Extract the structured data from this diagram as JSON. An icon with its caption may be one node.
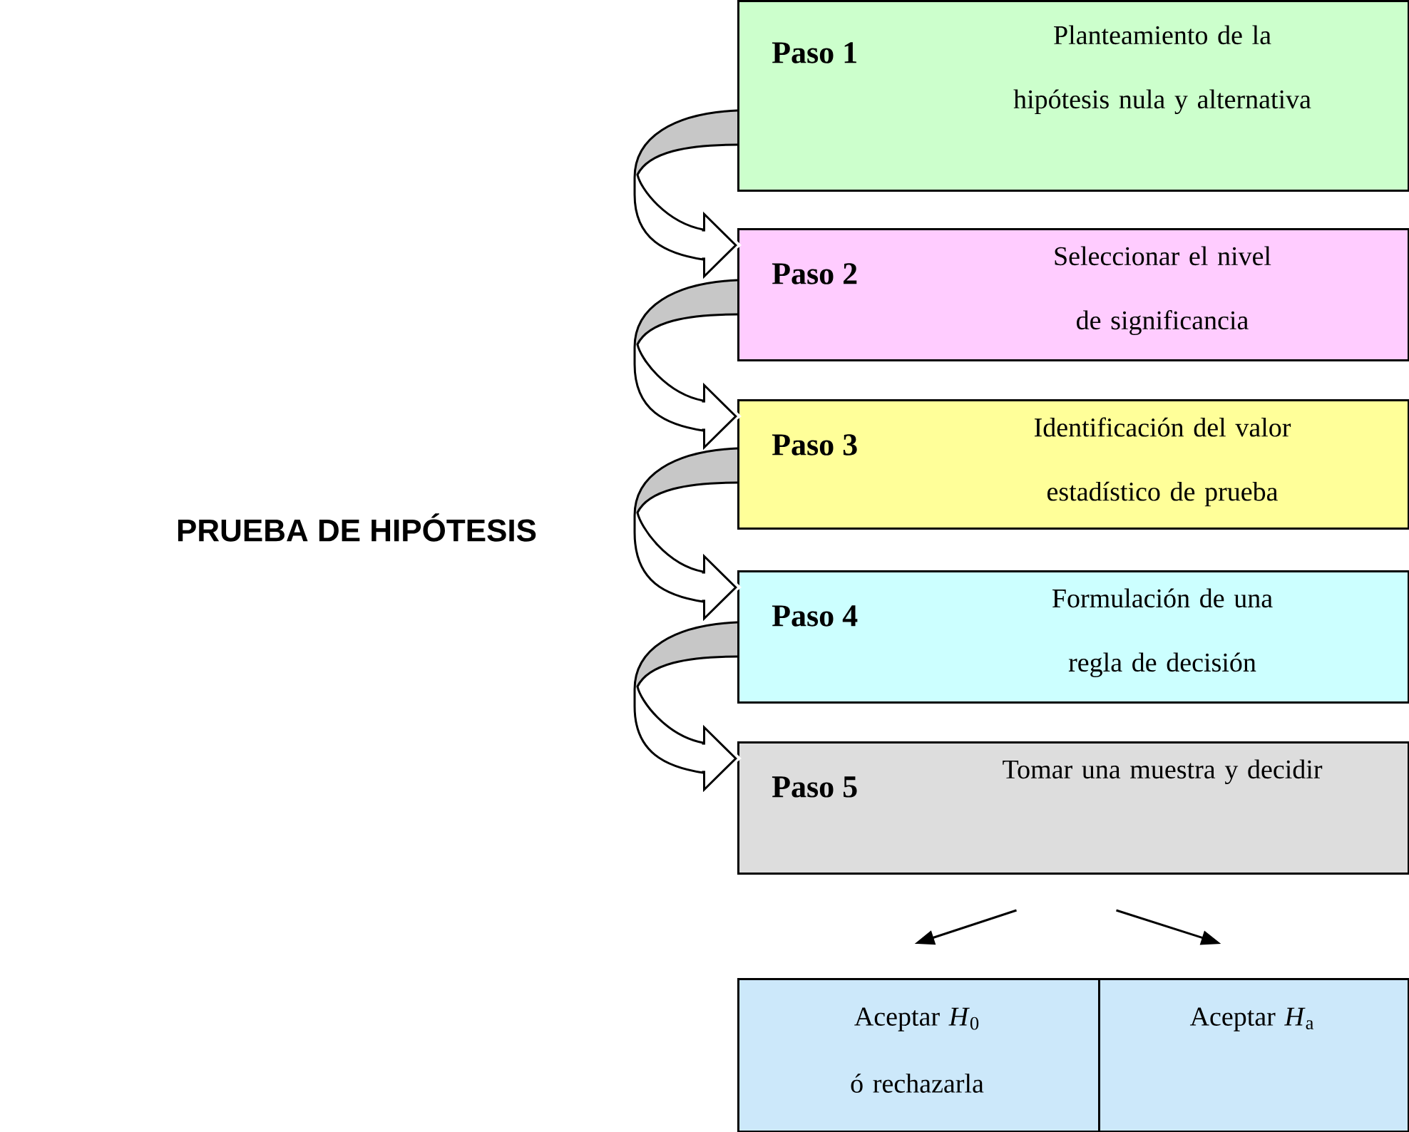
{
  "diagram": {
    "title": "PRUEBA DE HIPÓTESIS",
    "nodes": [
      {
        "text": [
          "Paso 1",
          "Planteamiento de la hipótesis nula y alternativa"
        ]
      },
      {
        "text": [
          "Paso 2",
          "Seleccionar el nivel de significancia"
        ]
      },
      {
        "text": [
          "Paso 3",
          "Identificación del valor estadístico de prueba"
        ]
      },
      {
        "text": [
          "Paso 4",
          "Formulación de una regla de decisión"
        ]
      },
      {
        "text": [
          "Paso 5",
          "Tomar una muestra y decidir"
        ]
      },
      {
        "text": [
          "Aceptar *H*$_{0}$ ó rechazarla"
        ]
      },
      {
        "text": [
          "Aceptar *H*$_{a}$"
        ]
      }
    ],
    "edges": [
      {
        "from": 0,
        "to": 1,
        "arrow": "to"
      },
      {
        "from": 1,
        "to": 2,
        "arrow": "to"
      },
      {
        "from": 2,
        "to": 3,
        "arrow": "to"
      },
      {
        "from": 3,
        "to": 4,
        "arrow": "to"
      },
      {
        "from": 4,
        "to": 5,
        "arrow": "to"
      },
      {
        "from": 4,
        "to": 6,
        "arrow": "to"
      }
    ]
  }
}
